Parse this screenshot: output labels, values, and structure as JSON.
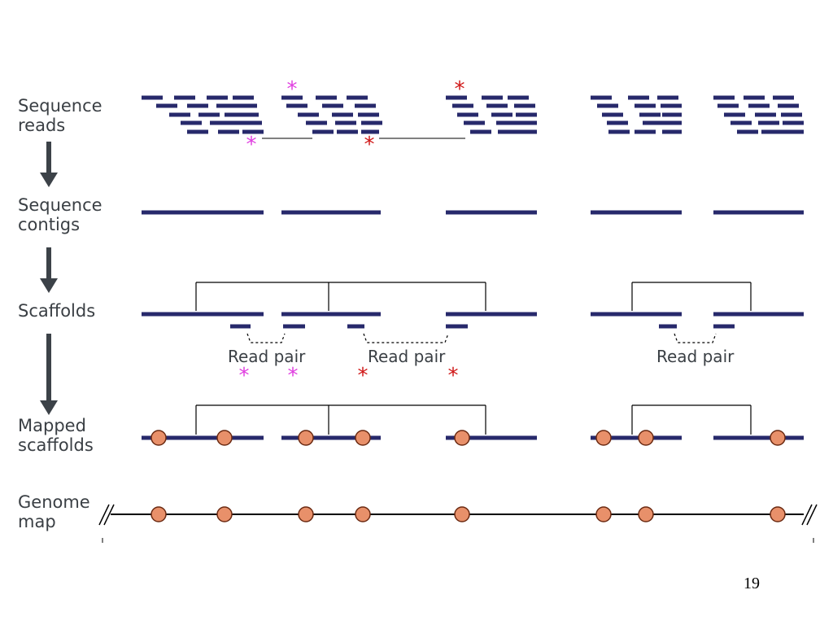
{
  "stages": [
    {
      "label": "Sequence\nreads"
    },
    {
      "label": "Sequence\ncontigs"
    },
    {
      "label": "Scaffolds"
    },
    {
      "label": "Mapped\nscaffolds"
    },
    {
      "label": "Genome\nmap"
    }
  ],
  "read_pair_labels": [
    "Read pair",
    "Read pair",
    "Read pair"
  ],
  "slide_number": "19",
  "colors": {
    "dna_bar": "#27296b",
    "stage_text": "#3a3f44",
    "arrow": "#3c4248",
    "marker_fill": "#e8906a",
    "marker_stroke": "#6b2a12",
    "asterisk_magenta": "#e040e0",
    "asterisk_red": "#d01818",
    "bracket": "#000000"
  },
  "icons": [
    "arrow-down-icon",
    "asterisk-icon",
    "marker-circle-icon",
    "break-mark-icon"
  ]
}
